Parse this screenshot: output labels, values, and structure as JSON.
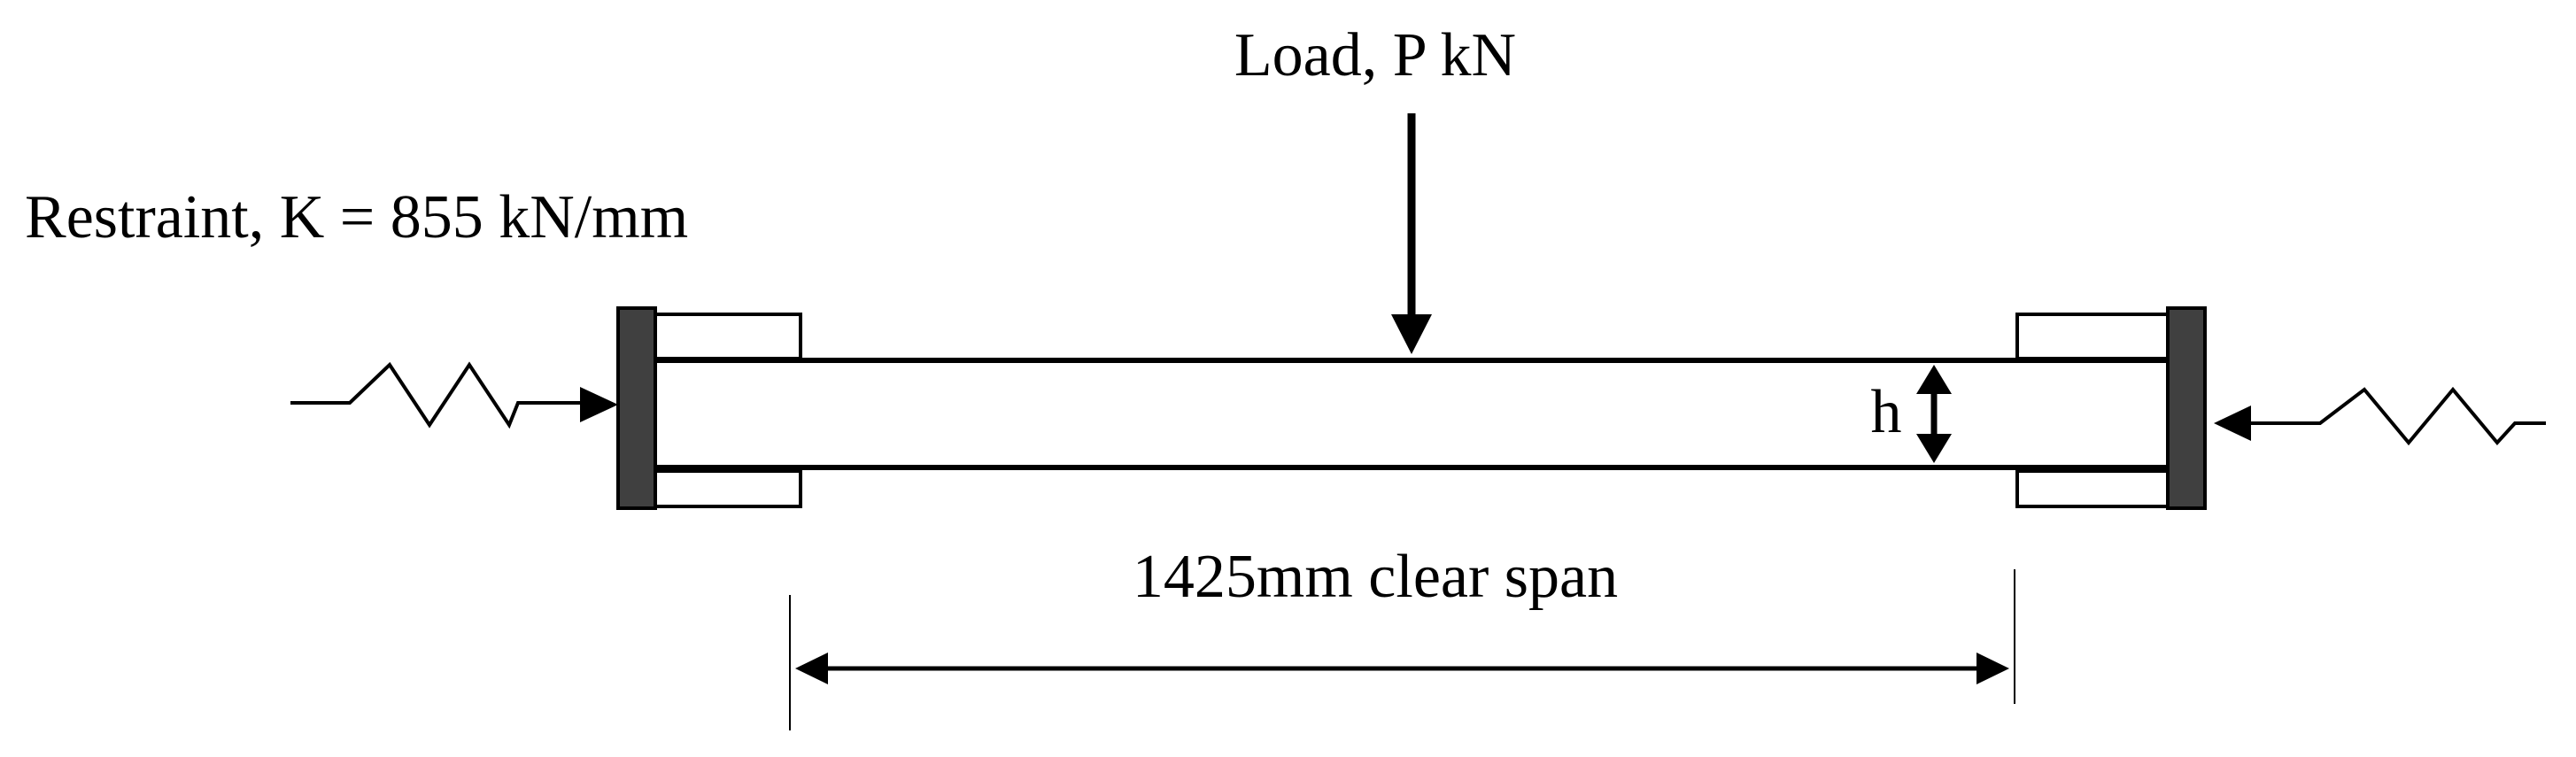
{
  "labels": {
    "load": "Load, P kN",
    "restraint": "Restraint, K = 855 kN/mm",
    "depth": "h",
    "span": "1425mm clear span"
  },
  "colors": {
    "line": "#000000",
    "end_plate": "#404040",
    "background": "#ffffff"
  }
}
